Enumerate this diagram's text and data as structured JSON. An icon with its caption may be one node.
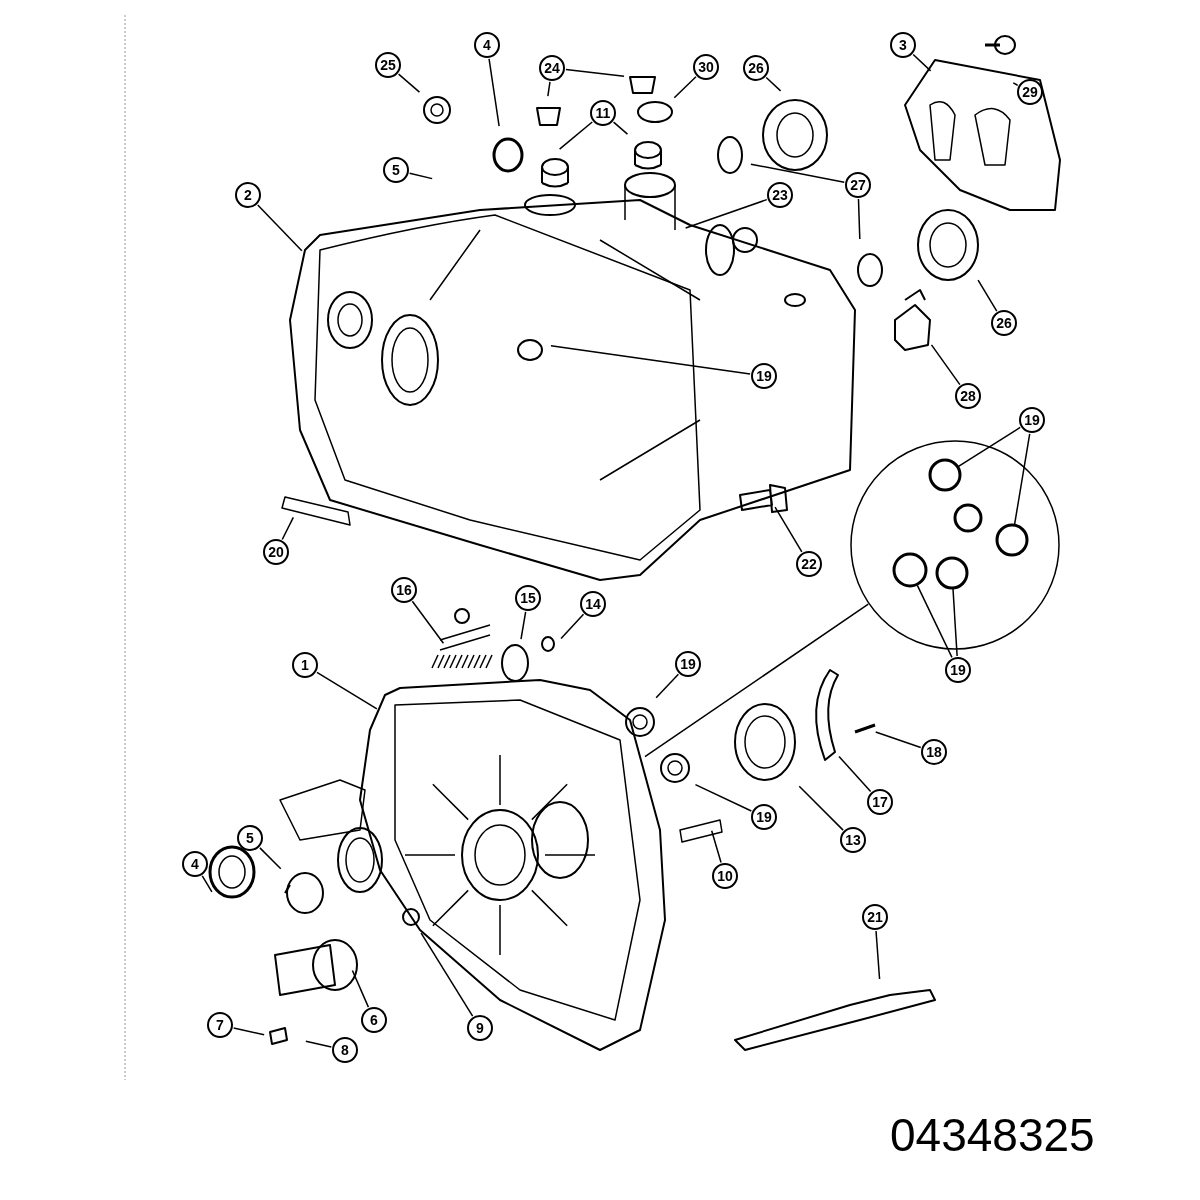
{
  "diagram": {
    "nodes": [
      {
        "text": [
          "25"
        ]
      },
      {
        "text": [
          "4"
        ]
      },
      {
        "text": [
          "24"
        ]
      },
      {
        "text": [
          "30"
        ]
      },
      {
        "text": [
          "26"
        ]
      },
      {
        "text": [
          "3"
        ]
      },
      {
        "text": [
          "29"
        ]
      },
      {
        "text": [
          "11"
        ]
      },
      {
        "text": [
          "5"
        ]
      },
      {
        "text": [
          "27"
        ]
      },
      {
        "text": [
          "2"
        ]
      },
      {
        "text": [
          "23"
        ]
      },
      {
        "text": [
          "26"
        ]
      },
      {
        "text": [
          "19"
        ]
      },
      {
        "text": [
          "28"
        ]
      },
      {
        "text": [
          "19"
        ]
      },
      {
        "text": [],
        "shape": "circle"
      },
      {
        "text": [
          "20"
        ]
      },
      {
        "text": [
          "22"
        ]
      },
      {
        "text": [
          "16"
        ]
      },
      {
        "text": [
          "15"
        ]
      },
      {
        "text": [
          "14"
        ]
      },
      {
        "text": [
          "1"
        ]
      },
      {
        "text": [
          "19"
        ]
      },
      {
        "text": [
          "19"
        ]
      },
      {
        "text": [
          "18"
        ]
      },
      {
        "text": [
          "17"
        ]
      },
      {
        "text": [
          "19"
        ]
      },
      {
        "text": [
          "13"
        ]
      },
      {
        "text": [
          "5"
        ]
      },
      {
        "text": [
          "4"
        ]
      },
      {
        "text": [
          "10"
        ]
      },
      {
        "text": [
          "21"
        ]
      },
      {
        "text": [
          "6"
        ]
      },
      {
        "text": [
          "9"
        ]
      },
      {
        "text": [
          "7"
        ]
      },
      {
        "text": [
          "8"
        ]
      },
      {
        "text": [],
        "shape": "circle",
        "in": 16
      },
      {
        "text": [],
        "shape": "circle",
        "in": 16
      },
      {
        "text": [],
        "shape": "circle",
        "in": 16
      },
      {
        "text": [],
        "shape": "circle",
        "in": 16
      },
      {
        "text": [],
        "shape": "circle",
        "in": 16
      }
    ],
    "edges": [
      {
        "from": 0,
        "to": null,
        "arrow": "none"
      },
      {
        "from": 1,
        "to": null,
        "arrow": "none"
      },
      {
        "from": 2,
        "to": null,
        "arrow": "none"
      },
      {
        "from": 2,
        "to": null,
        "arrow": "none"
      },
      {
        "from": 3,
        "to": null,
        "arrow": "none"
      },
      {
        "from": 4,
        "to": null,
        "arrow": "none"
      },
      {
        "from": 5,
        "to": null,
        "arrow": "none"
      },
      {
        "from": 6,
        "to": null,
        "arrow": "none"
      },
      {
        "from": 7,
        "to": null,
        "arrow": "none"
      },
      {
        "from": 7,
        "to": null,
        "arrow": "none"
      },
      {
        "from": 8,
        "to": null,
        "arrow": "none"
      },
      {
        "from": 9,
        "to": null,
        "arrow": "none"
      },
      {
        "from": 9,
        "to": null,
        "arrow": "none"
      },
      {
        "from": 10,
        "to": null,
        "arrow": "none"
      },
      {
        "from": 11,
        "to": null,
        "arrow": "none"
      },
      {
        "from": 12,
        "to": null,
        "arrow": "none"
      },
      {
        "from": 13,
        "to": null,
        "arrow": "none"
      },
      {
        "from": 14,
        "to": null,
        "arrow": "none"
      },
      {
        "from": 15,
        "to": 37,
        "arrow": "none"
      },
      {
        "from": 15,
        "to": 39,
        "arrow": "none"
      },
      {
        "from": 16,
        "to": null,
        "arrow": "none"
      },
      {
        "from": 17,
        "to": null,
        "arrow": "none"
      },
      {
        "from": 18,
        "to": null,
        "arrow": "none"
      },
      {
        "from": 19,
        "to": null,
        "arrow": "none"
      },
      {
        "from": 20,
        "to": null,
        "arrow": "none"
      },
      {
        "from": 21,
        "to": null,
        "arrow": "none"
      },
      {
        "from": 22,
        "to": null,
        "arrow": "none"
      },
      {
        "from": 23,
        "to": null,
        "arrow": "none"
      },
      {
        "from": 24,
        "to": 40,
        "arrow": "none"
      },
      {
        "from": 24,
        "to": 41,
        "arrow": "none"
      },
      {
        "from": 25,
        "to": null,
        "arrow": "none"
      },
      {
        "from": 26,
        "to": null,
        "arrow": "none"
      },
      {
        "from": 27,
        "to": null,
        "arrow": "none"
      },
      {
        "from": 28,
        "to": null,
        "arrow": "none"
      },
      {
        "from": 29,
        "to": null,
        "arrow": "none"
      },
      {
        "from": 30,
        "to": null,
        "arrow": "none"
      },
      {
        "from": 31,
        "to": null,
        "arrow": "none"
      },
      {
        "from": 32,
        "to": null,
        "arrow": "none"
      },
      {
        "from": 33,
        "to": null,
        "arrow": "none"
      },
      {
        "from": 34,
        "to": null,
        "arrow": "none"
      },
      {
        "from": 35,
        "to": null,
        "arrow": "none"
      },
      {
        "from": 36,
        "to": null,
        "arrow": "none"
      }
    ],
    "labels": [
      "04348325"
    ]
  }
}
